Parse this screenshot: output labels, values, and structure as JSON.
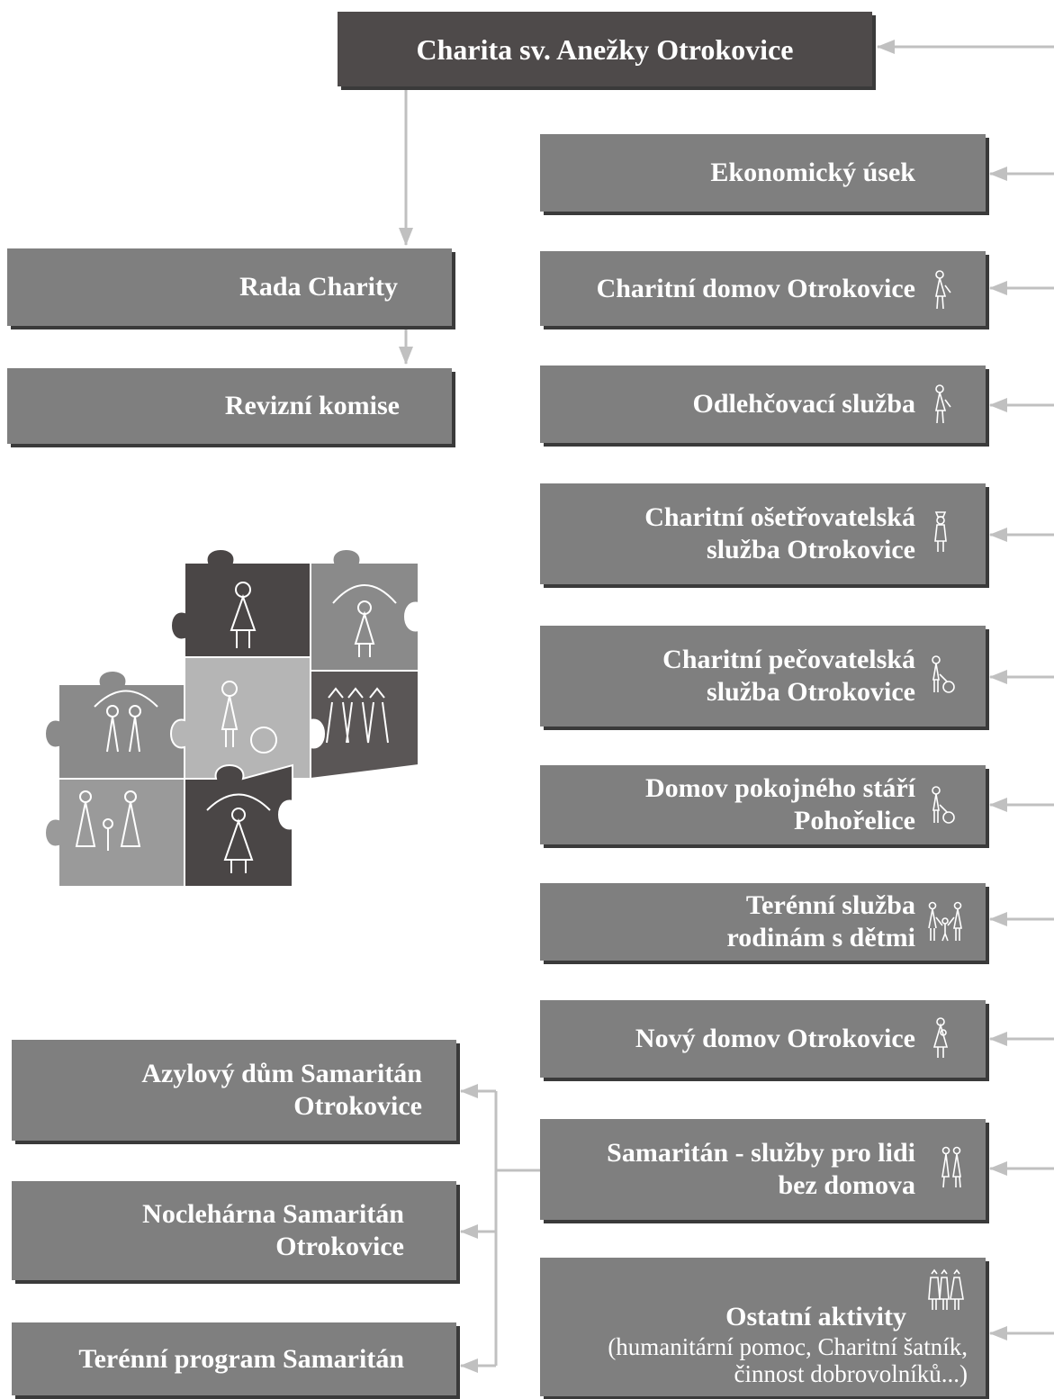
{
  "top": {
    "title": "Charita sv. Anežky Otrokovice"
  },
  "left": {
    "rada": "Rada Charity",
    "revizni": "Revizní komise",
    "azyl": [
      "Azylový dům Samaritán",
      "Otrokovice"
    ],
    "nocleharna": [
      "Noclehárna Samaritán",
      "Otrokovice"
    ],
    "terenni_program": "Terénní program Samaritán"
  },
  "right": {
    "ekonomicky": "Ekonomický úsek",
    "domov": "Charitní domov Otrokovice",
    "odlehcovaci": "Odlehčovací služba",
    "osetrovatelska": [
      "Charitní ošetřovatelská",
      "služba Otrokovice"
    ],
    "pecovatelska": [
      "Charitní pečovatelská",
      "služba Otrokovice"
    ],
    "pokojne": [
      "Domov pokojného stáří",
      "Pohořelice"
    ],
    "terenni_rodinam": [
      "Terénní služba",
      "rodinám s dětmi"
    ],
    "novy": "Nový domov Otrokovice",
    "samaritan": [
      "Samaritán - služby pro lidi",
      "bez domova"
    ],
    "ostatni": {
      "title": "Ostatní aktivity",
      "note": [
        "(humanitární pomoc, Charitní šatník,",
        "činnost dobrovolníků...)"
      ]
    }
  },
  "colors": {
    "box": "#7f7f7f",
    "top_box": "#4e4a4a",
    "arrow": "#c0c0c0"
  },
  "icons": [
    "elder-person-icon",
    "nurse-icon",
    "person-with-child-icon",
    "family-icon",
    "homeless-pair-icon",
    "group-icon",
    "puzzle-logo-icon"
  ]
}
